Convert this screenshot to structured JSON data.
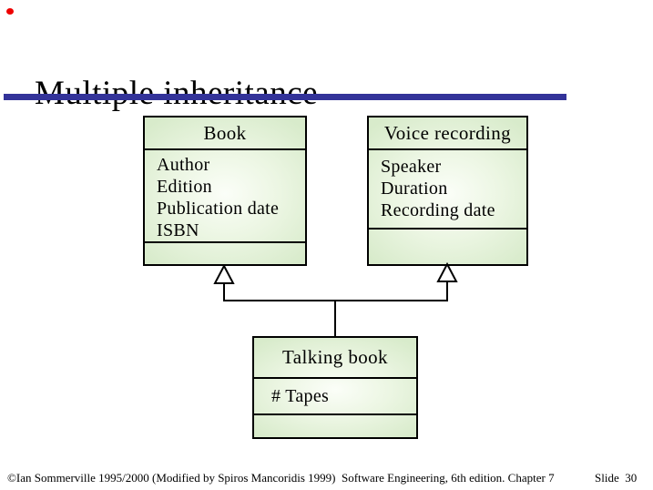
{
  "slide": {
    "title": "Multiple inheritance",
    "footer": {
      "copyright": "©Ian Sommerville 1995/2000 (Modified by Spiros Mancoridis 1999)",
      "course": "Software Engineering, 6th edition. Chapter 7",
      "slide_label": "Slide  30"
    }
  },
  "diagram": {
    "type": "uml-class-diagram",
    "classes": [
      {
        "name": "Book",
        "attributes": [
          "Author",
          "Edition",
          "Publication date",
          "ISBN"
        ],
        "operations": []
      },
      {
        "name": "Voice recording",
        "attributes": [
          "Speaker",
          "Duration",
          "Recording date"
        ],
        "operations": []
      },
      {
        "name": "Talking book",
        "attributes": [
          "# Tapes"
        ],
        "operations": []
      }
    ],
    "edges": [
      {
        "from": "Talking book",
        "to": "Book",
        "type": "generalization"
      },
      {
        "from": "Talking book",
        "to": "Voice recording",
        "type": "generalization"
      }
    ]
  },
  "colors": {
    "title_rule": "#333399",
    "marker_dot": "#ee0000",
    "box_border": "#000000",
    "box_fill_center": "#fbfef8",
    "box_fill_edge": "#d8ebcb"
  }
}
